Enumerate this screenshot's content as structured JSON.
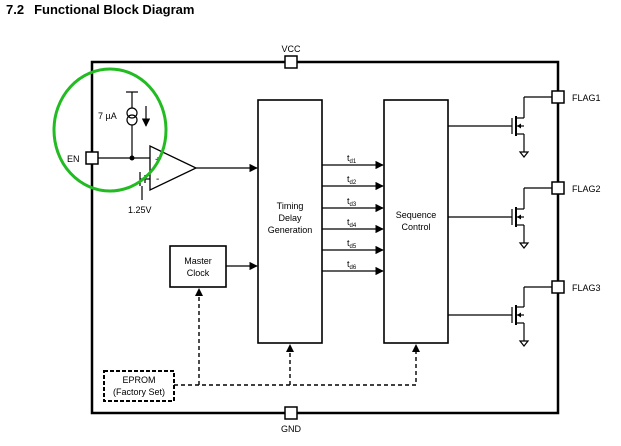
{
  "heading": {
    "number": "7.2",
    "title": "Functional Block Diagram"
  },
  "pins": {
    "vcc": "VCC",
    "gnd": "GND",
    "en": "EN",
    "flag1": "FLAG1",
    "flag2": "FLAG2",
    "flag3": "FLAG3"
  },
  "current_source": {
    "value": "7 µA"
  },
  "comparator": {
    "plus": "+",
    "minus": "-",
    "reference": "1.25V"
  },
  "blocks": {
    "timing": [
      "Timing",
      "Delay",
      "Generation"
    ],
    "sequence": [
      "Sequence",
      "Control"
    ],
    "master_clock": [
      "Master",
      "Clock"
    ],
    "eprom": [
      "EPROM",
      "(Factory Set)"
    ]
  },
  "delays": [
    {
      "t": "t",
      "sub": "d1"
    },
    {
      "t": "t",
      "sub": "d2"
    },
    {
      "t": "t",
      "sub": "d3"
    },
    {
      "t": "t",
      "sub": "d4"
    },
    {
      "t": "t",
      "sub": "d5"
    },
    {
      "t": "t",
      "sub": "d6"
    }
  ],
  "colors": {
    "highlight": "#22bb22",
    "line": "#000000"
  }
}
